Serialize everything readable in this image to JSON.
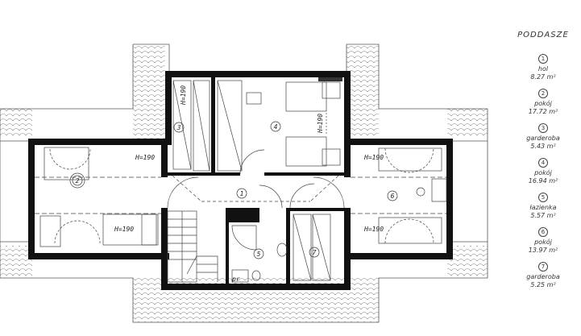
{
  "floor_title": "PODDASZE",
  "plan_labels": {
    "h190": "H=190",
    "wc": "pr",
    "room_numbers": [
      "1",
      "2",
      "3",
      "4",
      "5",
      "6",
      "7"
    ]
  },
  "rooms": [
    {
      "num": "1",
      "name": "hol",
      "area": "8.27 m²"
    },
    {
      "num": "2",
      "name": "pokój",
      "area": "17.72 m²"
    },
    {
      "num": "3",
      "name": "garderoba",
      "area": "5.43 m²"
    },
    {
      "num": "4",
      "name": "pokój",
      "area": "16.94 m²"
    },
    {
      "num": "5",
      "name": "łazienka",
      "area": "5.57 m²"
    },
    {
      "num": "6",
      "name": "pokój",
      "area": "13.97 m²"
    },
    {
      "num": "7",
      "name": "garderoba",
      "area": "5.25 m²"
    }
  ],
  "colors": {
    "wall": "#111111",
    "line": "#555555",
    "roof": "#777777"
  }
}
